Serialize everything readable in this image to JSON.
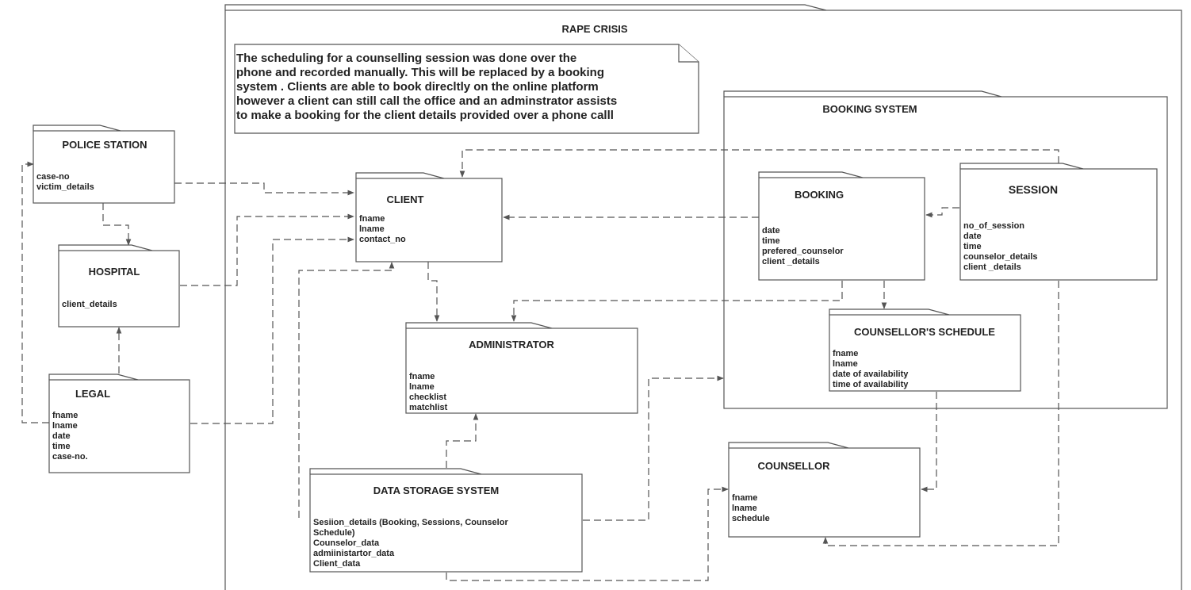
{
  "frame": {
    "title": "RAPE CRISIS"
  },
  "note": {
    "lines": [
      "The scheduling for a counselling session was done over the",
      "phone and recorded manually. This will be replaced by a booking",
      "system . Clients are able to book direcltly on the online platform",
      "however a client can still call the office and an adminstrator assists",
      "to make a booking for the client details provided over a phone calll"
    ]
  },
  "booking_system": {
    "title": "BOOKING SYSTEM"
  },
  "packages": {
    "police_station": {
      "title": "POLICE STATION",
      "attrs": [
        "case-no",
        "victim_details"
      ]
    },
    "hospital": {
      "title": "HOSPITAL",
      "attrs": [
        "client_details"
      ]
    },
    "legal": {
      "title": "LEGAL",
      "attrs": [
        "fname",
        "lname",
        "date",
        "time",
        "case-no."
      ]
    },
    "client": {
      "title": "CLIENT",
      "attrs": [
        "fname",
        "lname",
        "contact_no"
      ]
    },
    "administrator": {
      "title": "ADMINISTRATOR",
      "attrs": [
        "fname",
        "lname",
        "checklist",
        "matchlist"
      ]
    },
    "data_storage": {
      "title": "DATA STORAGE SYSTEM",
      "attrs": [
        "Sesiion_details (Booking, Sessions, Counselor",
        "Schedule)",
        "Counselor_data",
        "admiinistartor_data",
        "Client_data"
      ]
    },
    "booking": {
      "title": "BOOKING",
      "attrs": [
        "date",
        "time",
        "prefered_counselor",
        "client _details"
      ]
    },
    "session": {
      "title": "SESSION",
      "attrs": [
        "no_of_session",
        "date",
        "time",
        "counselor_details",
        "client _details"
      ]
    },
    "counsellor_schedule": {
      "title": "COUNSELLOR'S  SCHEDULE",
      "attrs": [
        "fname",
        "lname",
        "date of availability",
        "time of availability"
      ]
    },
    "counsellor": {
      "title": "COUNSELLOR",
      "attrs": [
        "fname",
        "lname",
        "schedule"
      ]
    }
  }
}
